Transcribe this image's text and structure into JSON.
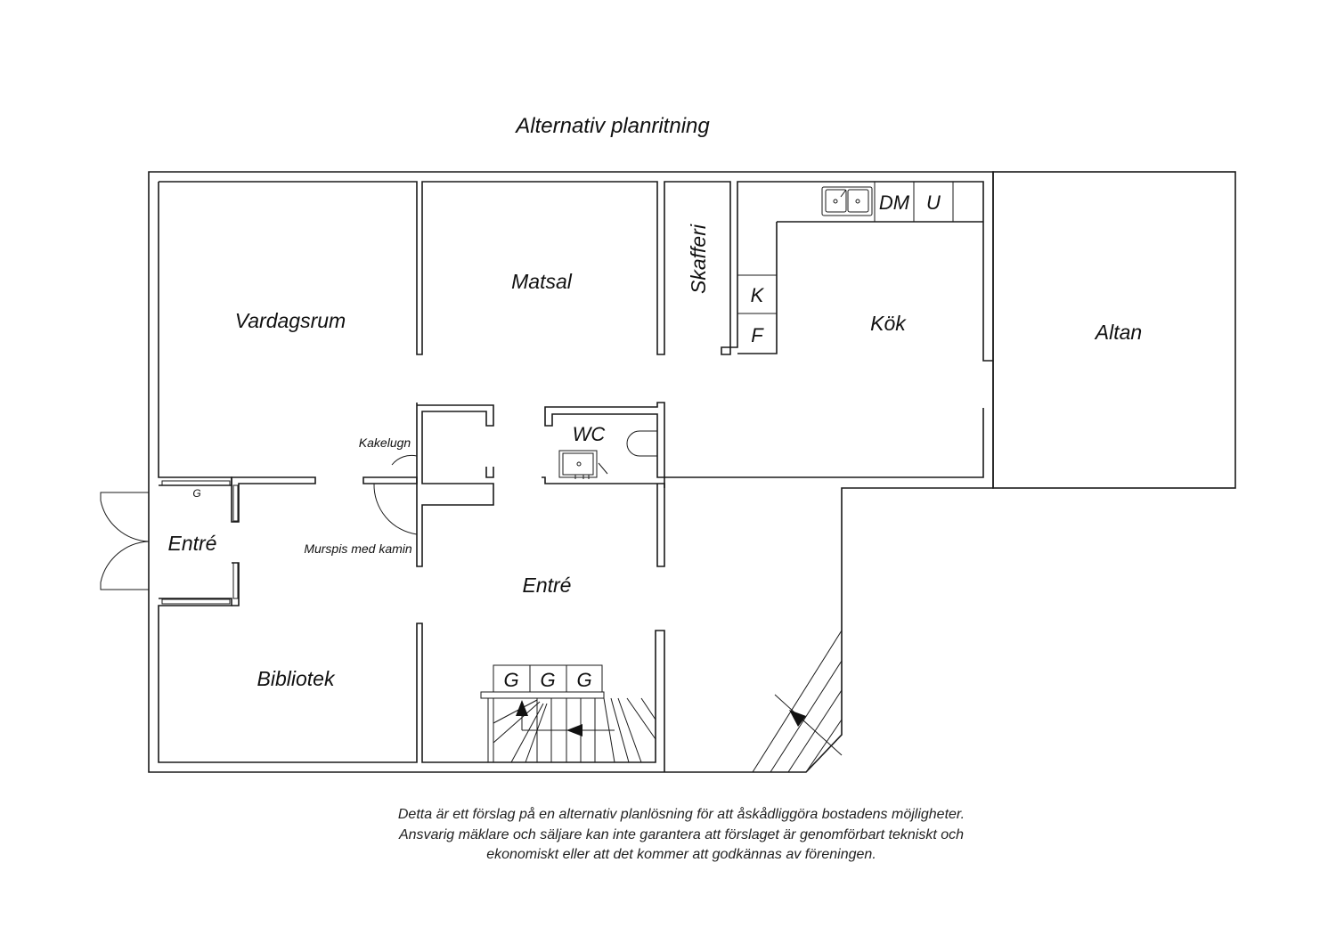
{
  "title": "Alternativ planritning",
  "rooms": {
    "vardagsrum": "Vardagsrum",
    "matsal": "Matsal",
    "skafferi": "Skafferi",
    "kok": "Kök",
    "altan": "Altan",
    "wc": "WC",
    "entre_left": "Entré",
    "entre_center": "Entré",
    "bibliotek": "Bibliotek"
  },
  "fixtures": {
    "dishwasher": "DM",
    "oven": "U",
    "fridge": "K",
    "freezer": "F",
    "wardrobe_left": "G",
    "wardrobes": [
      "G",
      "G",
      "G"
    ],
    "tiled_stove": "Kakelugn",
    "fireplace": "Murspis med kamin"
  },
  "disclaimer": [
    "Detta är ett förslag på en alternativ planlösning för att åskådliggöra bostadens möjligheter.",
    "Ansvarig mäklare och säljare kan inte garantera att förslaget är genomförbart tekniskt och",
    "ekonomiskt eller att det kommer att godkännas av föreningen."
  ]
}
